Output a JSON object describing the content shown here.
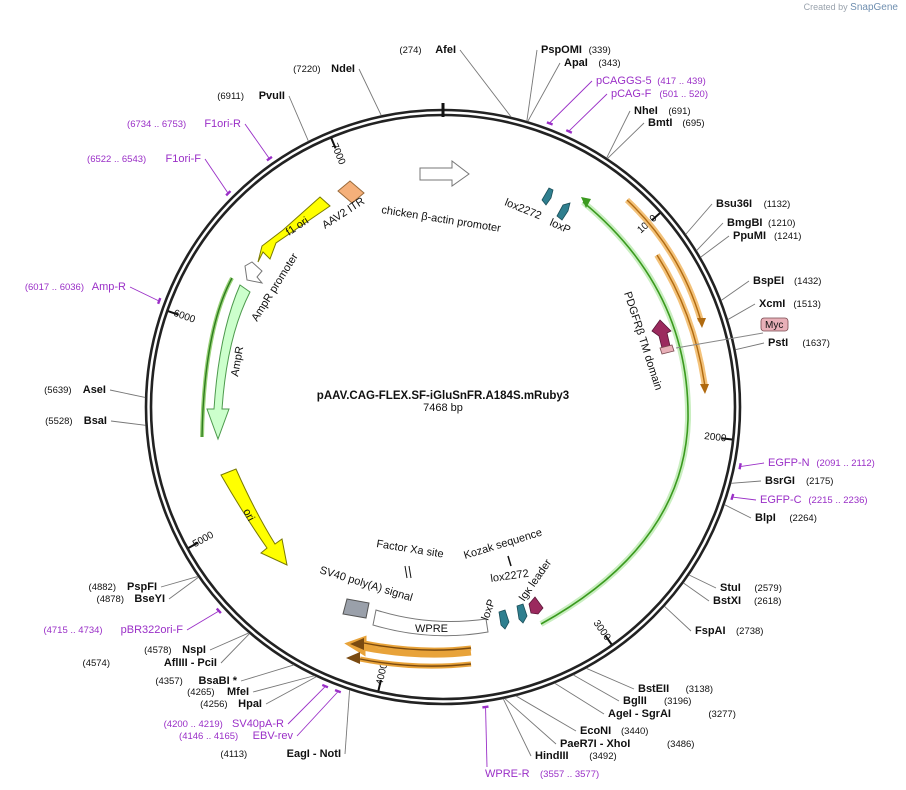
{
  "watermark": {
    "prefix": "Created by",
    "brand": "SnapGene"
  },
  "plasmid": {
    "name": "pAAV.CAG-FLEX.SF-iGluSnFR.A184S.mRuby3",
    "size_label": "7468 bp",
    "length": 7468
  },
  "colors": {
    "backbone": "#222222",
    "label": "#111111",
    "primer": "#9a2fc7",
    "tick": "#333333",
    "ori": "#ffff00",
    "ampr": "#ccffcc",
    "orf_outline": "#e8a33a",
    "green_arc": "#5bb82f",
    "loxp": "#2f7f8f",
    "igk": "#9b2a5e",
    "myc": "#e8b0b8",
    "itr": "#f5b07a",
    "polya": "#9aa0aa"
  },
  "ticks": [
    {
      "pos": 1000,
      "label": "1000"
    },
    {
      "pos": 2000,
      "label": "2000"
    },
    {
      "pos": 3000,
      "label": "3000"
    },
    {
      "pos": 4000,
      "label": "4000"
    },
    {
      "pos": 5000,
      "label": "5000"
    },
    {
      "pos": 6000,
      "label": "6000"
    },
    {
      "pos": 7000,
      "label": "7000"
    }
  ],
  "enzymes": [
    {
      "pos": 274,
      "name": "AfeI",
      "num": "(274)"
    },
    {
      "pos": 339,
      "name": "PspOMI",
      "num": "(339)"
    },
    {
      "pos": 343,
      "name": "ApaI",
      "num": "(343)"
    },
    {
      "pos": 691,
      "name": "NheI",
      "num": "(691)"
    },
    {
      "pos": 695,
      "name": "BmtI",
      "num": "(695)"
    },
    {
      "pos": 1132,
      "name": "Bsu36I",
      "num": "(1132)"
    },
    {
      "pos": 1210,
      "name": "BmgBI",
      "num": "(1210)"
    },
    {
      "pos": 1241,
      "name": "PpuMI",
      "num": "(1241)"
    },
    {
      "pos": 1432,
      "name": "BspEI",
      "num": "(1432)"
    },
    {
      "pos": 1513,
      "name": "XcmI",
      "num": "(1513)"
    },
    {
      "pos": 1637,
      "name": "PstI",
      "num": "(1637)"
    },
    {
      "pos": 2175,
      "name": "BsrGI",
      "num": "(2175)"
    },
    {
      "pos": 2264,
      "name": "BlpI",
      "num": "(2264)"
    },
    {
      "pos": 2579,
      "name": "StuI",
      "num": "(2579)"
    },
    {
      "pos": 2618,
      "name": "BstXI",
      "num": "(2618)"
    },
    {
      "pos": 2738,
      "name": "FspAI",
      "num": "(2738)"
    },
    {
      "pos": 3138,
      "name": "BstEII",
      "num": "(3138)"
    },
    {
      "pos": 3196,
      "name": "BglII",
      "num": "(3196)"
    },
    {
      "pos": 3277,
      "name": "AgeI  -  SgrAI",
      "num": "(3277)"
    },
    {
      "pos": 3440,
      "name": "EcoNI",
      "num": "(3440)"
    },
    {
      "pos": 3486,
      "name": "PaeR7I  -  XhoI",
      "num": "(3486)"
    },
    {
      "pos": 3492,
      "name": "HindIII",
      "num": "(3492)"
    },
    {
      "pos": 4113,
      "name": "EagI  -  NotI",
      "num": "(4113)"
    },
    {
      "pos": 4256,
      "name": "HpaI",
      "num": "(4256)"
    },
    {
      "pos": 4265,
      "name": "MfeI",
      "num": "(4265)"
    },
    {
      "pos": 4357,
      "name": "BsaBI *",
      "num": "(4357)"
    },
    {
      "pos": 4574,
      "name": "AflIII  -  PciI",
      "num": "(4574)"
    },
    {
      "pos": 4578,
      "name": "NspI",
      "num": "(4578)"
    },
    {
      "pos": 4878,
      "name": "BseYI",
      "num": "(4878)"
    },
    {
      "pos": 4882,
      "name": "PspFI",
      "num": "(4882)"
    },
    {
      "pos": 5528,
      "name": "BsaI",
      "num": "(5528)"
    },
    {
      "pos": 5639,
      "name": "AseI",
      "num": "(5639)"
    },
    {
      "pos": 6911,
      "name": "PvuII",
      "num": "(6911)"
    },
    {
      "pos": 7220,
      "name": "NdeI",
      "num": "(7220)"
    }
  ],
  "primers": [
    {
      "pos": 428,
      "name": "pCAGGS-5",
      "range": "(417 .. 439)"
    },
    {
      "pos": 510,
      "name": "pCAG-F",
      "range": "(501 .. 520)"
    },
    {
      "pos": 2101,
      "name": "EGFP-N",
      "range": "(2091 .. 2112)"
    },
    {
      "pos": 2225,
      "name": "EGFP-C",
      "range": "(2215 .. 2236)"
    },
    {
      "pos": 3567,
      "name": "WPRE-R",
      "range": "(3557 .. 3577)"
    },
    {
      "pos": 4155,
      "name": "EBV-rev",
      "range": "(4146 .. 4165)"
    },
    {
      "pos": 4209,
      "name": "SV40pA-R",
      "range": "(4200 .. 4219)"
    },
    {
      "pos": 4724,
      "name": "pBR322ori-F",
      "range": "(4715 .. 4734)"
    },
    {
      "pos": 6026,
      "name": "Amp-R",
      "range": "(6017 .. 6036)"
    },
    {
      "pos": 6532,
      "name": "F1ori-F",
      "range": "(6522 .. 6543)"
    },
    {
      "pos": 6743,
      "name": "F1ori-R",
      "range": "(6734 .. 6753)"
    }
  ],
  "features": {
    "cba_promoter": "chicken β-actin promoter",
    "lox2272_top": "lox2272",
    "loxp_top": "loxP",
    "aav2_itr": "AAV2 ITR",
    "f1_ori": "f1 ori",
    "ampr_promoter": "AmpR promoter",
    "ampr": "AmpR",
    "ori": "ori",
    "pdgfrb": "PDGFRβ TM domain",
    "myc": "Myc",
    "factor_xa": "Factor Xa site",
    "kozak": "Kozak sequence",
    "sv40": "SV40 poly(A) signal",
    "wpre": "WPRE",
    "lox2272_bottom": "lox2272",
    "loxp_bottom": "loxP",
    "igk": "Igκ leader"
  }
}
